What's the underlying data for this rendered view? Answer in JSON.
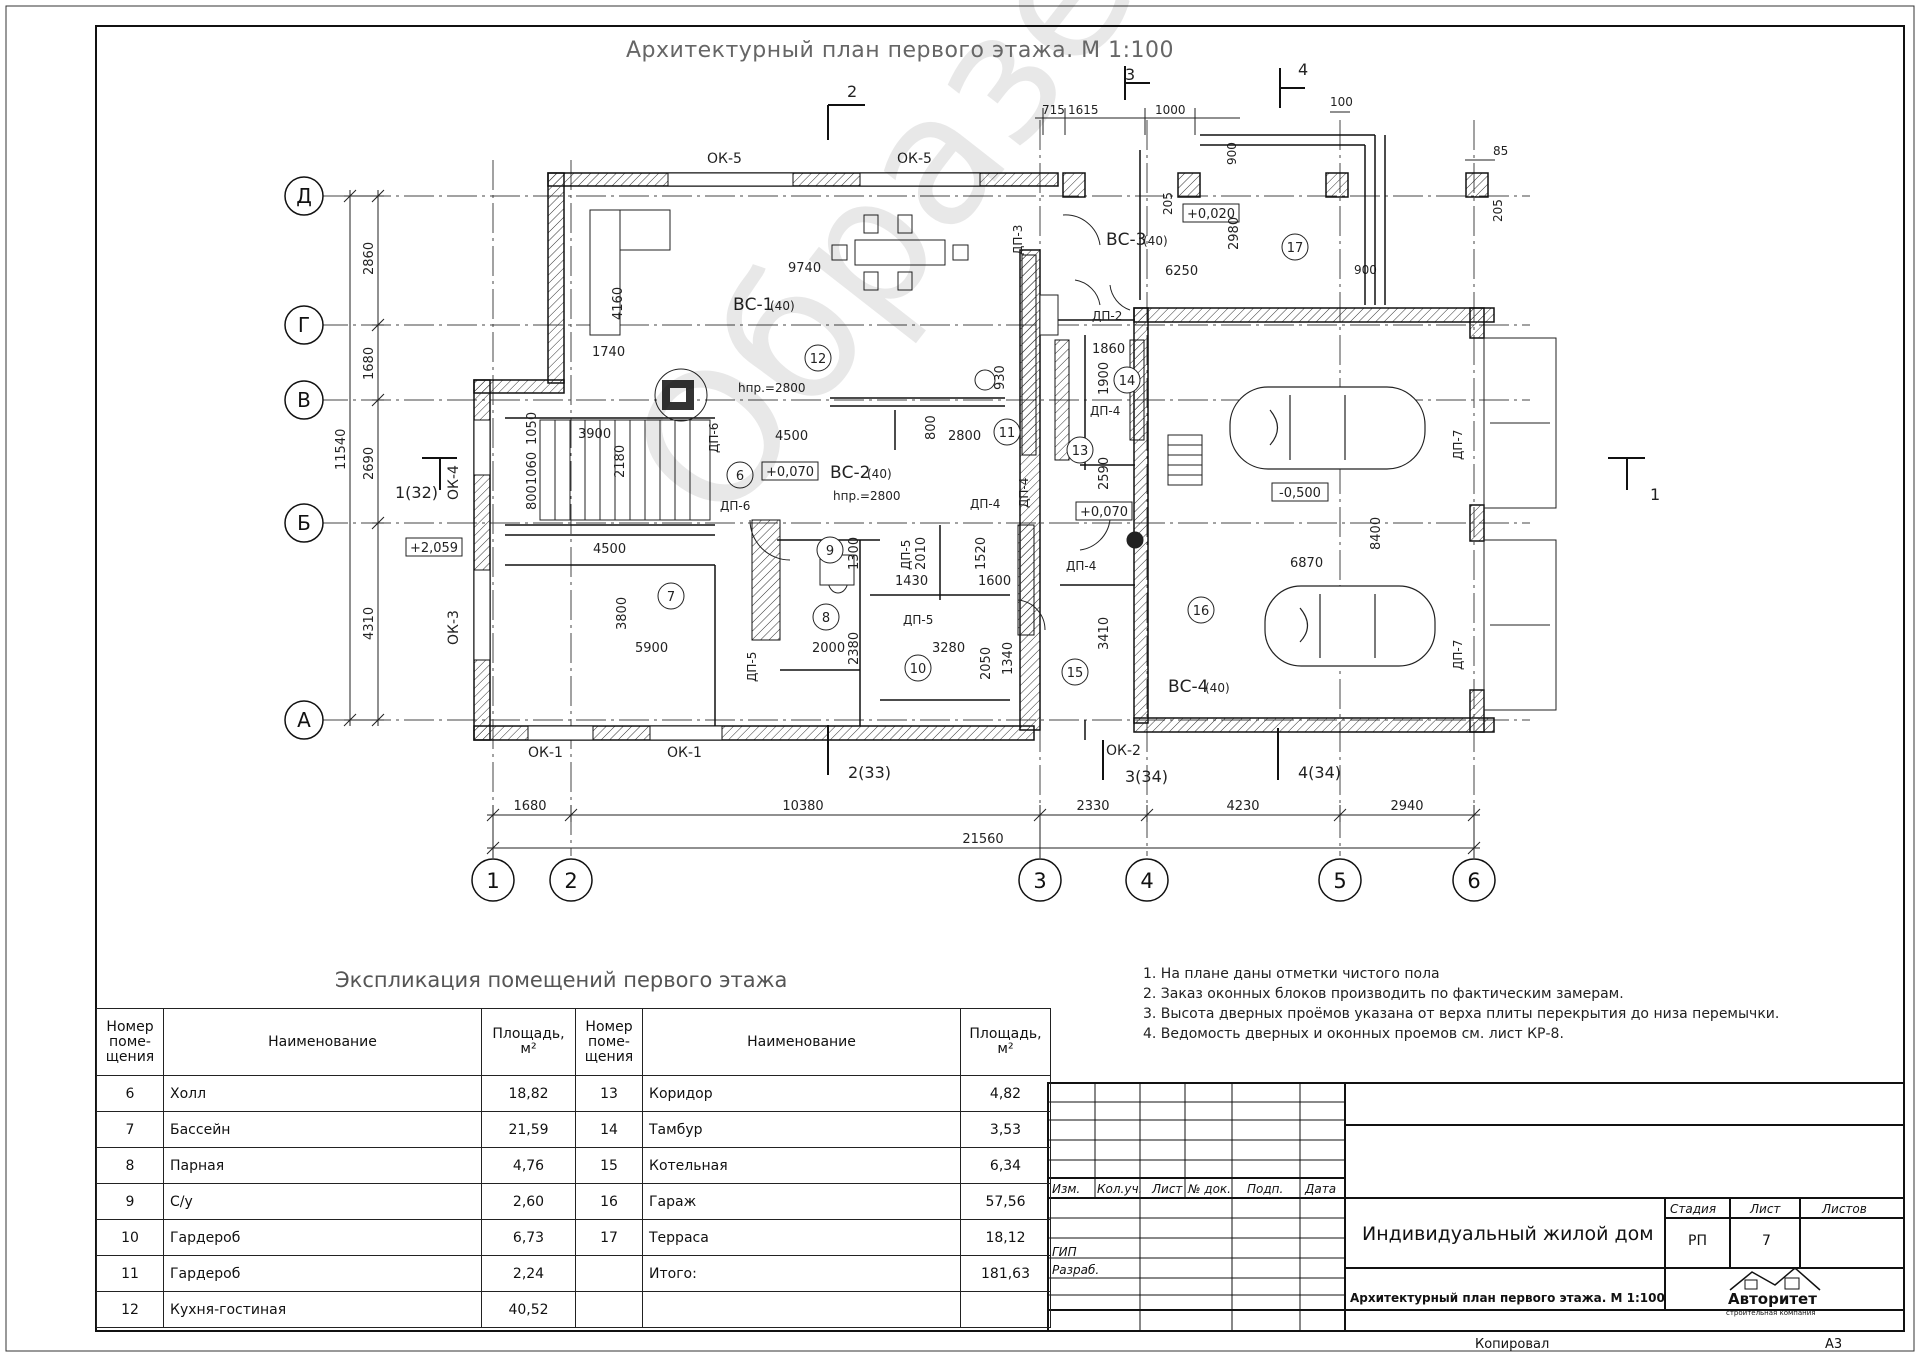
{
  "plan_title": "Архитектурный план первого этажа. М 1:100",
  "axes": {
    "rows": [
      "Д",
      "Г",
      "В",
      "Б",
      "А"
    ],
    "columns": [
      "1",
      "2",
      "3",
      "4",
      "5",
      "6"
    ]
  },
  "dims_top": {
    "d1": "715",
    "d2": "1615",
    "d3": "1000",
    "d4": "100",
    "d5": "85",
    "d6": "205",
    "d7": "205",
    "d8": "900",
    "d9": "900"
  },
  "dims_left": {
    "total": "11540",
    "a": "2860",
    "b": "1680",
    "c": "2690",
    "d": "4310"
  },
  "dims_bottom": {
    "a": "1680",
    "b": "10380",
    "c": "2330",
    "d": "4230",
    "e": "2940",
    "total": "21560"
  },
  "labels": {
    "ok5a": "ОК-5",
    "ok5b": "ОК-5",
    "ok4": "ОК-4",
    "ok3": "ОК-3",
    "ok1a": "ОК-1",
    "ok1b": "ОК-1",
    "ok2": "ОК-2",
    "vs1": "ВС-1",
    "vs1n": "(40)",
    "vs2": "ВС-2",
    "vs2n": "(40)",
    "vs3": "ВС-3",
    "vs3n": "(40)",
    "vs4": "ВС-4",
    "vs4n": "(40)",
    "dp3": "ДП-3",
    "dp2": "ДП-2",
    "dp4a": "ДП-4",
    "dp4b": "ДП-4",
    "dp4c": "ДП-4",
    "dp4d": "ДП-4",
    "dp6a": "ДП-6",
    "dp6b": "ДП-6",
    "dp5a": "ДП-5",
    "dp5b": "ДП-5",
    "dp5c": "ДП-5",
    "dp7a": "ДП-7",
    "dp7b": "ДП-7",
    "hpr1": "hпр.=2800",
    "hpr2": "hпр.=2800",
    "lvl1": "+0,020",
    "lvl2": "+0,070",
    "lvl3": "+0,070",
    "lvl4": "+2,059",
    "lvl5": "-0,500",
    "r12": "12",
    "r6": "6",
    "r7": "7",
    "r8": "8",
    "r9": "9",
    "r10": "10",
    "r11": "11",
    "r13": "13",
    "r14": "14",
    "r15": "15",
    "r16": "16",
    "r17": "17",
    "d9740": "9740",
    "d6250": "6250",
    "d2980": "2980",
    "d4160": "4160",
    "d1740": "1740",
    "d4500a": "4500",
    "d4500b": "4500",
    "d3900": "3900",
    "d2180": "2180",
    "d1050": "1050",
    "d1060": "1060",
    "d800a": "800",
    "d800b": "800",
    "d2800": "2800",
    "d930": "930",
    "d1860": "1860",
    "d1900": "1900",
    "d2590": "2590",
    "d3410": "3410",
    "d8400": "8400",
    "d6870": "6870",
    "d3800": "3800",
    "d5900": "5900",
    "d1300": "1300",
    "d2010": "2010",
    "d1430": "1430",
    "d1520": "1520",
    "d1600": "1600",
    "d2000": "2000",
    "d2380": "2380",
    "d3280": "3280",
    "d2050": "2050",
    "d1340": "1340",
    "d900a": "900",
    "sec1": "1",
    "sec1b": "1(32)",
    "sec2": "2",
    "sec2b": "2(33)",
    "sec3": "3",
    "sec3b": "3(34)",
    "sec4": "4",
    "sec4b": "4(34)"
  },
  "watermark": "Образец",
  "explication": {
    "title": "Экспликация помещений первого этажа",
    "head_num": [
      "Номер",
      "поме-",
      "щения"
    ],
    "head_name": "Наименование",
    "head_area": "Площадь, м²",
    "left": [
      {
        "n": "6",
        "name": "Холл",
        "area": "18,82"
      },
      {
        "n": "7",
        "name": "Бассейн",
        "area": "21,59"
      },
      {
        "n": "8",
        "name": "Парная",
        "area": "4,76"
      },
      {
        "n": "9",
        "name": "С/у",
        "area": "2,60"
      },
      {
        "n": "10",
        "name": "Гардероб",
        "area": "6,73"
      },
      {
        "n": "11",
        "name": "Гардероб",
        "area": "2,24"
      },
      {
        "n": "12",
        "name": "Кухня-гостиная",
        "area": "40,52"
      }
    ],
    "right": [
      {
        "n": "13",
        "name": "Коридор",
        "area": "4,82"
      },
      {
        "n": "14",
        "name": "Тамбур",
        "area": "3,53"
      },
      {
        "n": "15",
        "name": "Котельная",
        "area": "6,34"
      },
      {
        "n": "16",
        "name": "Гараж",
        "area": "57,56"
      },
      {
        "n": "17",
        "name": "Терраса",
        "area": "18,12"
      },
      {
        "n": "",
        "name": "Итого:",
        "area": "181,63"
      },
      {
        "n": "",
        "name": "",
        "area": ""
      }
    ]
  },
  "notes": [
    "1. На плане даны отметки чистого пола",
    "2. Заказ оконных блоков производить по фактическим замерам.",
    "3. Высота дверных проёмов указана от верха плиты перекрытия до низа перемычки.",
    "4. Ведомость дверных и оконных проемов см. лист КР-8."
  ],
  "stamp": {
    "cols": [
      "Изм.",
      "Кол.уч.",
      "Лист",
      "№ док.",
      "Подп.",
      "Дата"
    ],
    "gip": "ГИП",
    "razrab": "Разраб.",
    "project": "Индивидуальный жилой дом",
    "sheet_title": "Архитектурный план первого этажа. М 1:100",
    "stage_h": "Стадия",
    "list_h": "Лист",
    "listov_h": "Листов",
    "stage": "РП",
    "list": "7",
    "company": "Авторитет",
    "company_sub": "строительная компания",
    "copied": "Копировал",
    "format": "А3"
  }
}
